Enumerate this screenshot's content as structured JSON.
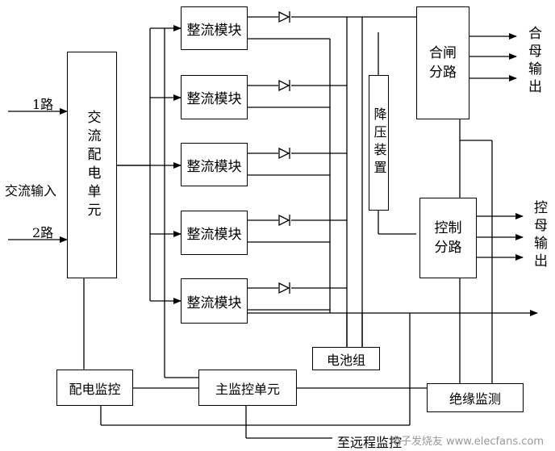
{
  "diagram": {
    "inputs": {
      "line1": "1路",
      "line2": "2路",
      "ac_input": "交流输入"
    },
    "ac_distribution_unit": "交流配电单元",
    "rectifier_modules": [
      "整流模块",
      "整流模块",
      "整流模块",
      "整流模块",
      "整流模块"
    ],
    "step_down_device": "降压装置",
    "closing_branch": "合闸分路",
    "closing_bus_output": "合母输出",
    "control_branch": "控制分路",
    "control_bus_output": "控母输出",
    "battery_pack": "电池组",
    "distribution_monitor": "配电监控",
    "main_monitor_unit": "主监控单元",
    "insulation_monitor": "绝缘监测",
    "remote_monitor": "至远程监控",
    "watermark": "电子发烧友 www.elecfans.com"
  }
}
